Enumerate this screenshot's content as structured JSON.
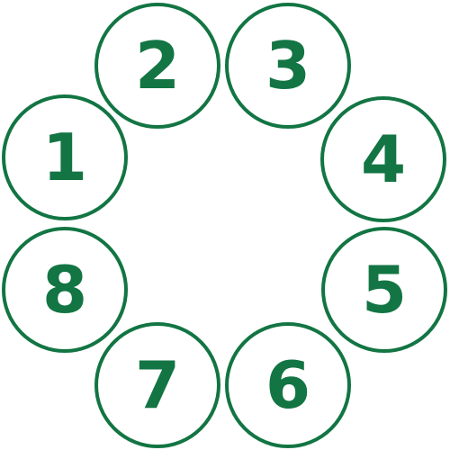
{
  "accent_color": "#127543",
  "circles": [
    {
      "label": "1"
    },
    {
      "label": "2"
    },
    {
      "label": "3"
    },
    {
      "label": "4"
    },
    {
      "label": "5"
    },
    {
      "label": "6"
    },
    {
      "label": "7"
    },
    {
      "label": "8"
    }
  ]
}
